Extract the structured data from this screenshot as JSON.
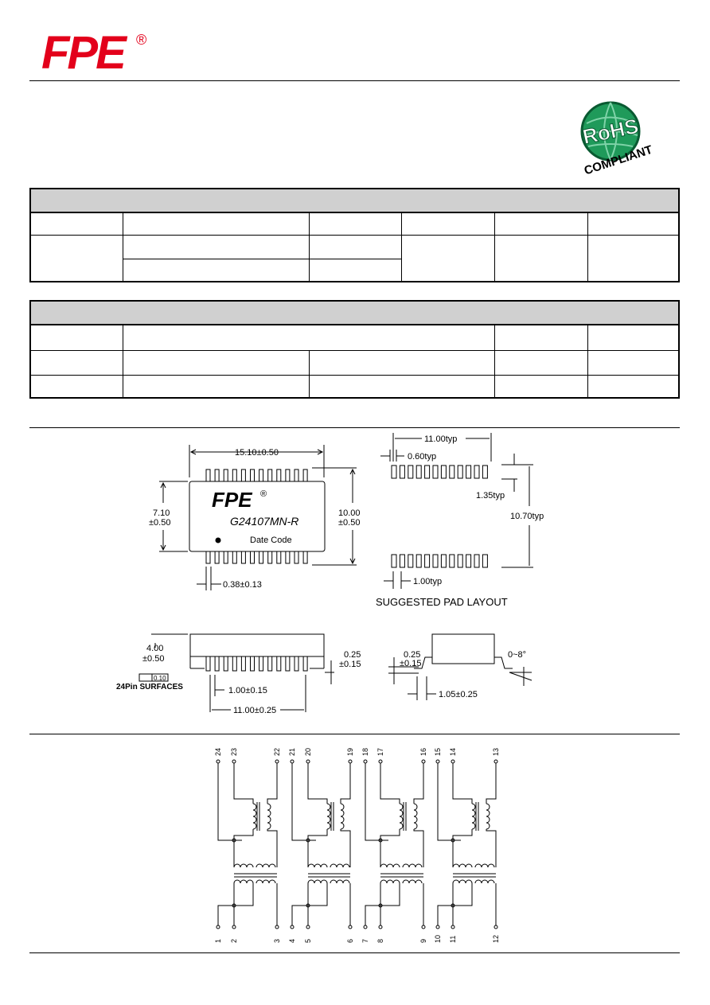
{
  "header": {
    "logo_text": "FPE",
    "registered_mark": "®"
  },
  "rohs_badge": {
    "line1": "RoHS",
    "line2": "COMPLIANT"
  },
  "drawing_top": {
    "part_logo": "FPE",
    "part_logo_mark": "®",
    "part_number": "G24107MN-R",
    "date_code": "Date Code",
    "dim_length": "15.10±0.50",
    "dim_body_width_1": "7.10",
    "dim_body_width_2": "±0.50",
    "dim_overall_width_1": "10.00",
    "dim_overall_width_2": "±0.50",
    "dim_lead_width": "0.38±0.13"
  },
  "pad_layout": {
    "dim_pitch_span": "11.00typ",
    "dim_pad_width": "0.60typ",
    "dim_pad_length": "1.35typ",
    "dim_row_spacing": "10.70typ",
    "dim_pad_pitch": "1.00typ",
    "title": "SUGGESTED PAD LAYOUT"
  },
  "drawing_side": {
    "dim_height_1": "4.00",
    "dim_height_2": "±0.50",
    "coplanarity": "0.10",
    "surfaces_note": "24Pin SURFACES",
    "dim_standoff_1": "0.25",
    "dim_standoff_2": "±0.15",
    "dim_pitch": "1.00±0.15",
    "dim_span": "11.00±0.25"
  },
  "drawing_end": {
    "dim_lead_thk_1": "0.25",
    "dim_lead_thk_2": "±0.15",
    "dim_angle": "0~8°",
    "dim_foot": "1.05±0.25"
  },
  "schematic": {
    "top_pins": [
      "24",
      "23",
      "22",
      "21",
      "20",
      "19",
      "18",
      "17",
      "16",
      "15",
      "14",
      "13"
    ],
    "bottom_pins": [
      "1",
      "2",
      "3",
      "4",
      "5",
      "6",
      "7",
      "8",
      "9",
      "10",
      "11",
      "12"
    ]
  }
}
